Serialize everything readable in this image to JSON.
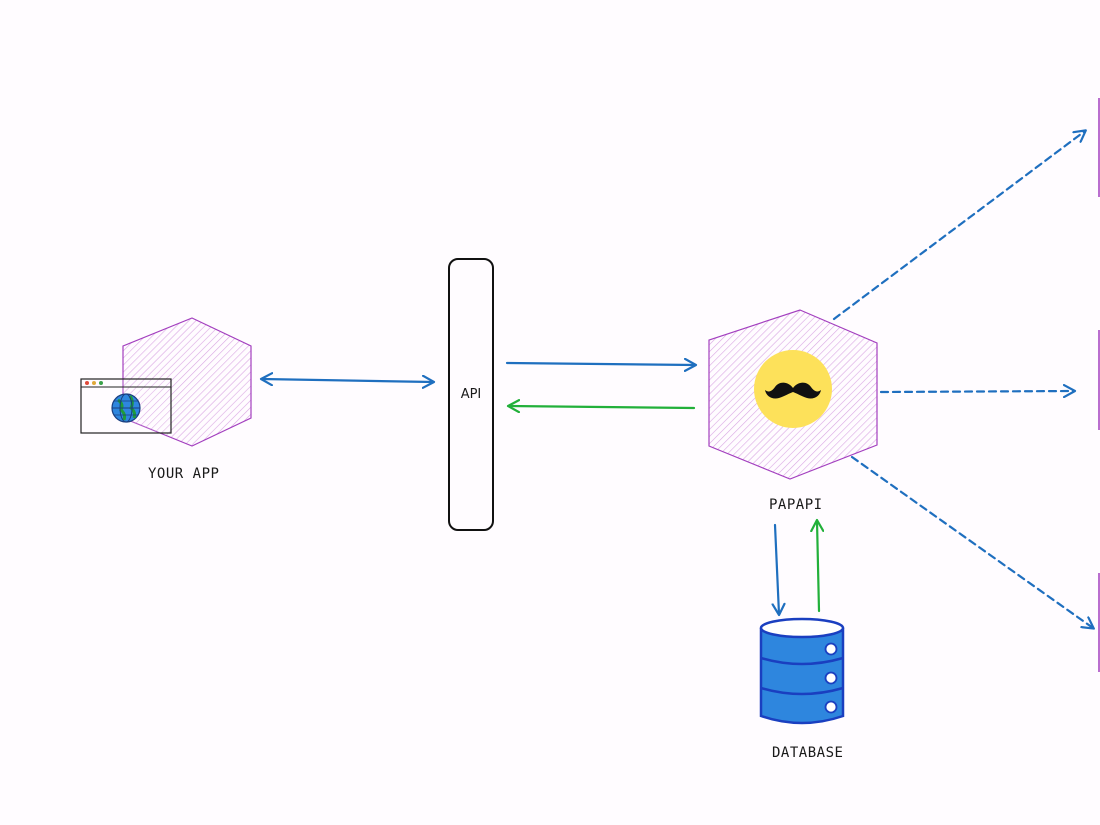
{
  "nodes": {
    "your_app": {
      "label": "YOUR APP",
      "icon": "browser-globe-icon"
    },
    "api": {
      "label": "API"
    },
    "papapi": {
      "label": "PAPAPI",
      "icon": "mustache-icon"
    },
    "database": {
      "label": "DATABASE",
      "icon": "database-icon"
    }
  },
  "colors": {
    "background": "#fffcff",
    "hexagon_stroke": "#a33fbf",
    "hexagon_hatch": "#d9a6e3",
    "request_arrow": "#1f6fbf",
    "response_arrow": "#22b03a",
    "mustache_circle": "#fde15a",
    "database_fill": "#2e86de",
    "database_stroke": "#1a3fc0"
  }
}
